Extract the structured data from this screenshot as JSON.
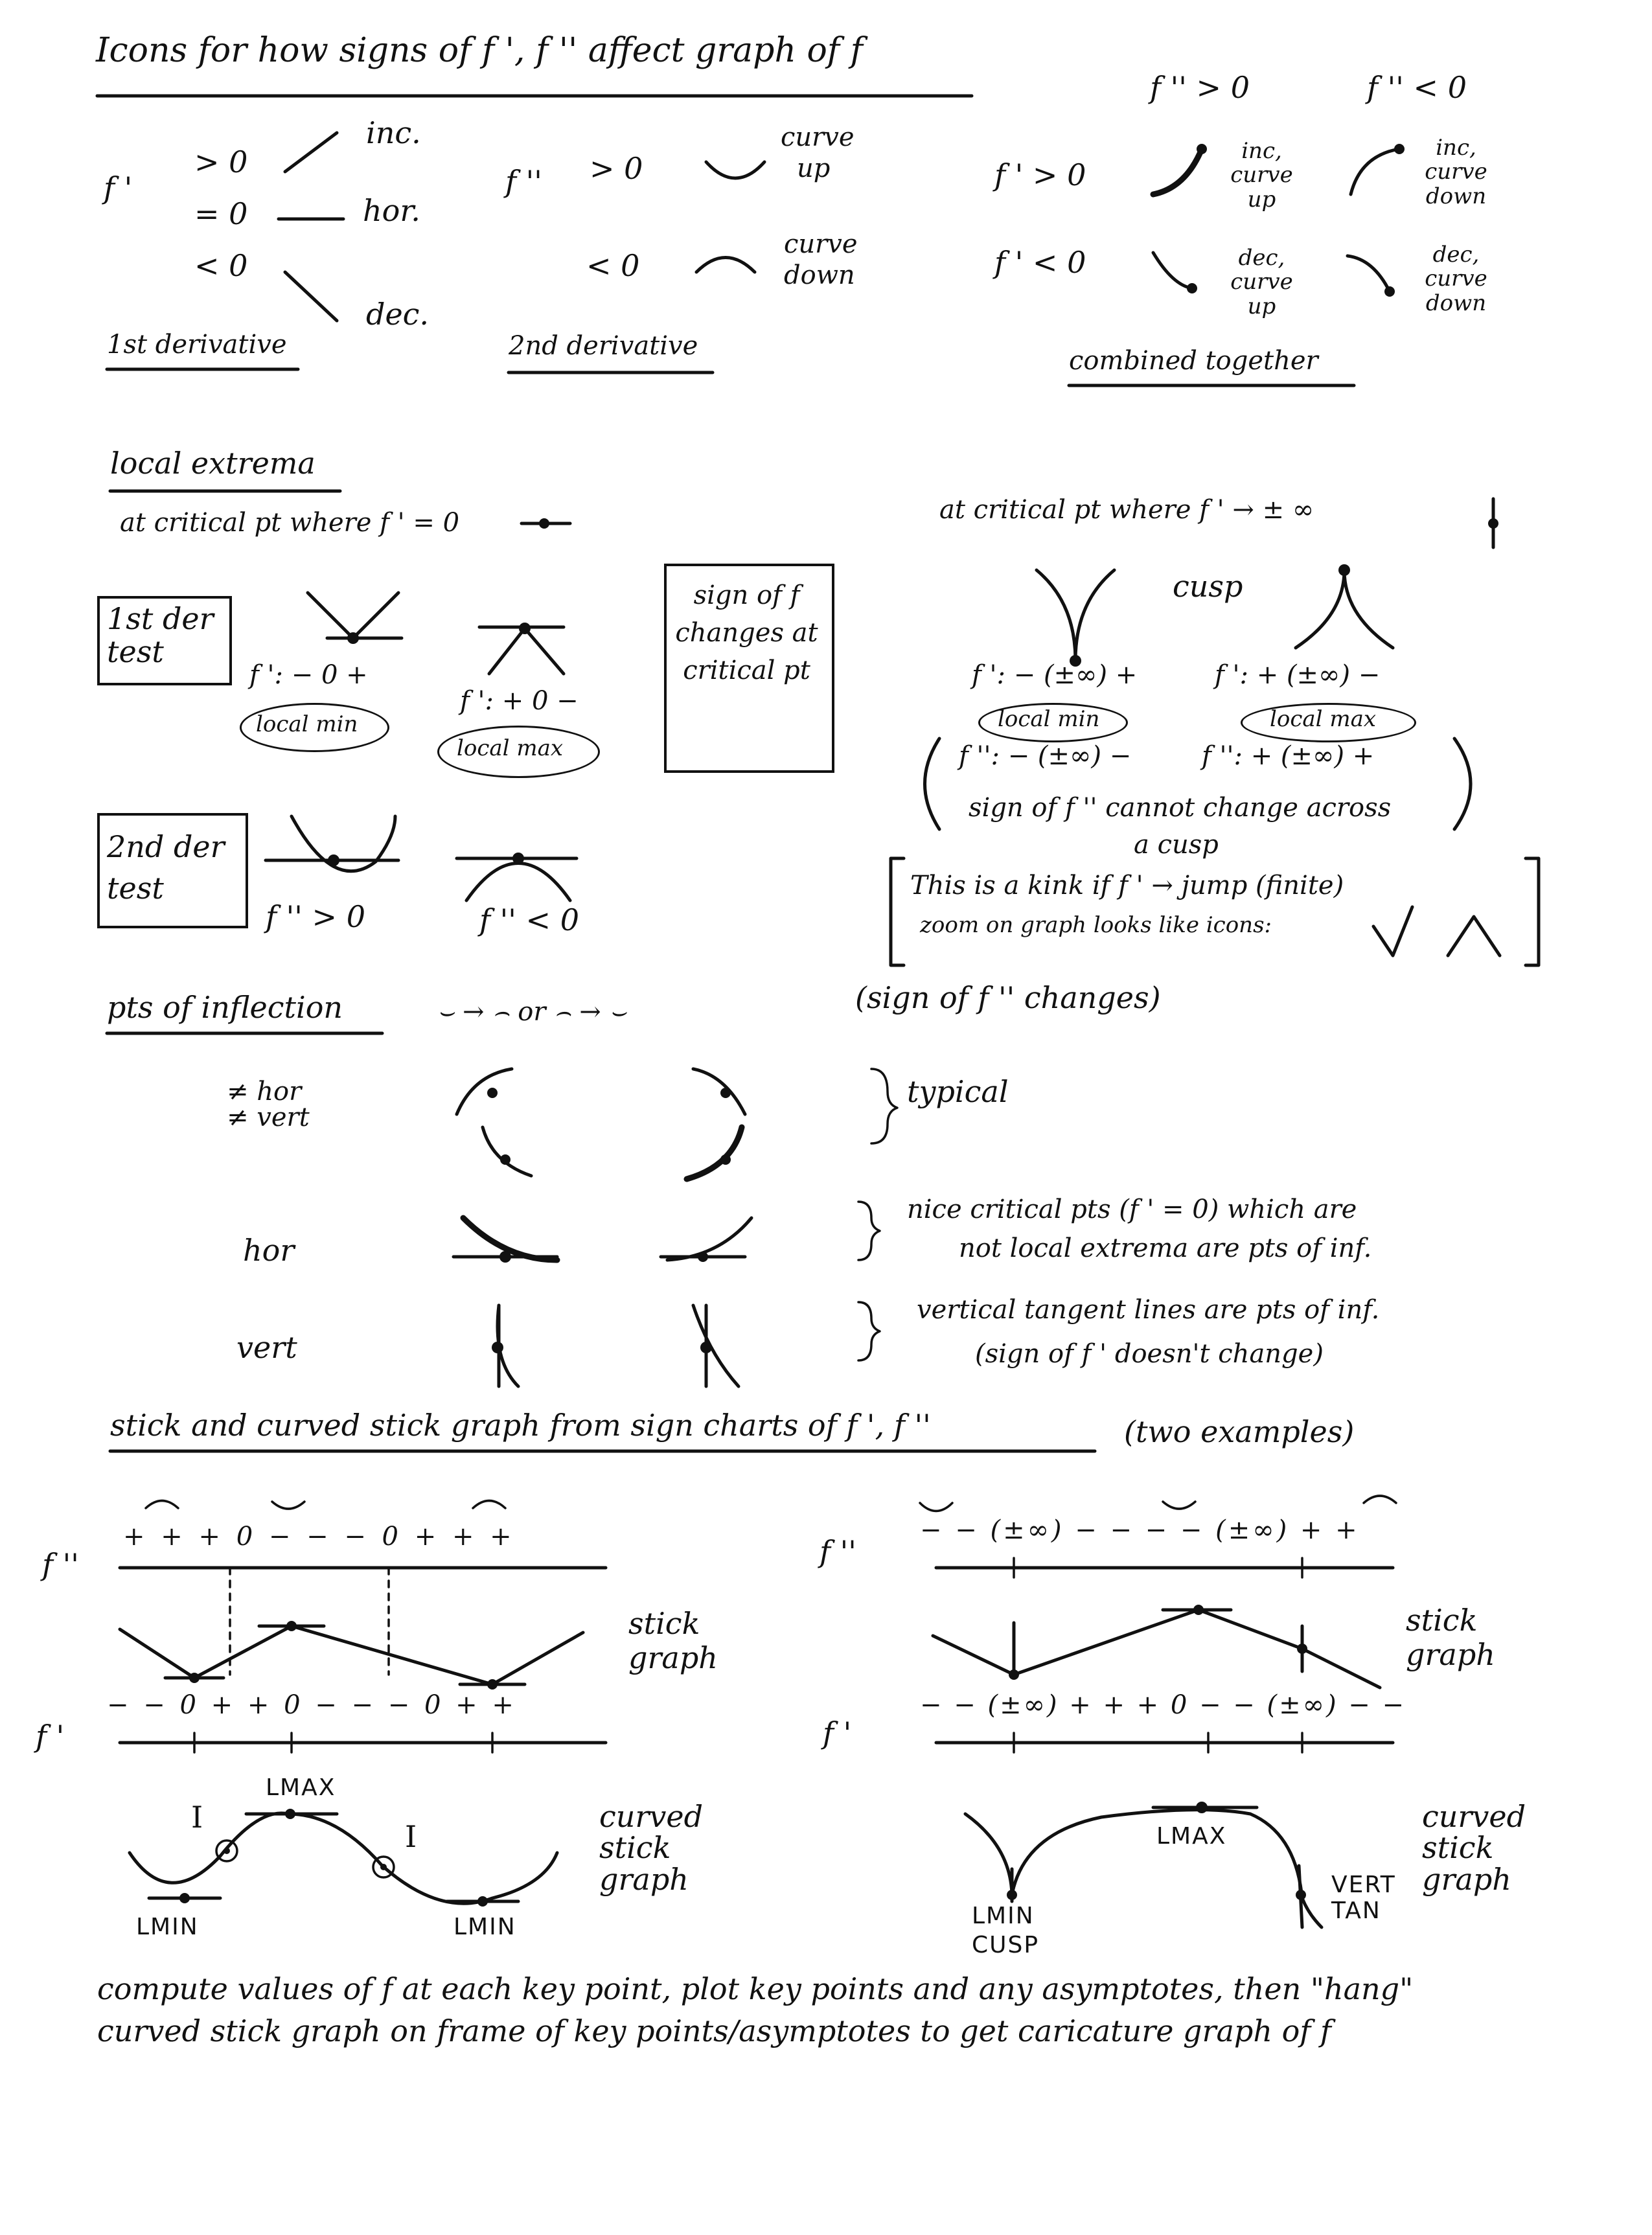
{
  "title": "Icons for how signs of f ', f '' affect graph of f",
  "first_derivative": {
    "symbol": "f '",
    "rows": [
      {
        "sign": "> 0",
        "meaning": "inc."
      },
      {
        "sign": "= 0",
        "meaning": "hor."
      },
      {
        "sign": "< 0",
        "meaning": "dec."
      }
    ],
    "caption": "1st derivative"
  },
  "second_derivative": {
    "symbol": "f ''",
    "rows": [
      {
        "sign": "> 0",
        "meaning_line1": "curve",
        "meaning_line2": "up"
      },
      {
        "sign": "< 0",
        "meaning_line1": "curve",
        "meaning_line2": "down"
      }
    ],
    "caption": "2nd derivative"
  },
  "combined": {
    "col_headers": [
      "f '' > 0",
      "f '' < 0"
    ],
    "row_headers": [
      "f ' > 0",
      "f ' < 0"
    ],
    "cells": [
      [
        "inc, curve up",
        "inc, curve down"
      ],
      [
        "dec, curve up",
        "dec, curve down"
      ]
    ],
    "caption": "combined together"
  },
  "local_extrema": {
    "heading": "local extrema",
    "critical_zero": "at critical pt where f ' = 0",
    "critical_inf": "at critical pt where f ' → ± ∞",
    "first_test_label": "1st der test",
    "sign_min": "f ': − 0 +",
    "sign_max": "f ': + 0 −",
    "local_min": "local min",
    "local_max": "local max",
    "sign_of_f_box": "sign of f changes at critical pt",
    "second_test_label": "2nd der test",
    "f2_pos": "f '' > 0",
    "f2_neg": "f '' < 0",
    "cusp": "cusp",
    "cusp_sign_min": "f ': − (±∞) +",
    "cusp_sign_max": "f ': + (±∞) −",
    "cusp_f2_min": "f '': − (±∞) −",
    "cusp_f2_max": "f '': + (±∞) +",
    "cusp_note_1": "sign of f '' cannot change across",
    "cusp_note_2": "a cusp",
    "kink_note_1": "This is a kink if f ' → jump (finite)",
    "kink_note_2": "zoom on graph looks like icons:"
  },
  "inflection": {
    "heading": "pts of inflection",
    "pattern": "⌣ → ⌢  or  ⌢ → ⌣",
    "note": "(sign of f '' changes)",
    "rows": [
      {
        "label": "≠ hor  ≠ vert",
        "desc_1": "typical",
        "desc_2": ""
      },
      {
        "label": "hor",
        "desc_1": "nice critical pts (f ' = 0) which are",
        "desc_2": "not local extrema are pts of inf."
      },
      {
        "label": "vert",
        "desc_1": "vertical tangent lines are pts of inf.",
        "desc_2": "(sign of f ' doesn't change)"
      }
    ]
  },
  "stick_graphs": {
    "heading": "stick and curved stick graph from sign charts of f ', f ''",
    "subheading": "(two examples)",
    "ex1": {
      "f2_signs": "+ + + 0 − − − 0 + + +",
      "f1_signs": "− − 0 + + 0 − − − 0 + +",
      "stick_label": "stick graph",
      "curved_label": "curved stick graph",
      "lmax": "LMAX",
      "lmin_left": "LMIN",
      "lmin_right": "LMIN",
      "infl": "I"
    },
    "ex2": {
      "f2_signs": "− − (±∞) − − − − (±∞) + +",
      "f1_signs": "− − (±∞) + + + 0 − − (±∞) − −",
      "stick_label": "stick graph",
      "curved_label": "curved stick graph",
      "lmax": "LMAX",
      "lmin": "LMIN CUSP",
      "vert_tan": "VERT TAN"
    },
    "f2_symbol": "f ''",
    "f1_symbol": "f '"
  },
  "footer_1": "compute values of f at each key point, plot key points and any asymptotes, then \"hang\"",
  "footer_2": "curved stick graph on frame of key points/asymptotes to get caricature graph of f"
}
